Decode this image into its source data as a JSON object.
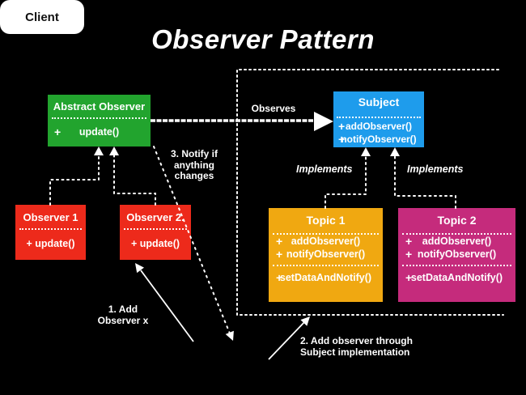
{
  "title": "Observer Pattern",
  "sym": {
    "plus": "+"
  },
  "boxes": {
    "abstract_observer": {
      "title": "Abstract Observer",
      "method": "update()"
    },
    "subject": {
      "title": "Subject",
      "method1": "addObserver()",
      "method2": "notifyObserver()"
    },
    "observer1": {
      "title": "Observer 1",
      "method": "+ update()"
    },
    "observer2": {
      "title": "Observer 2.",
      "method": "+ update()"
    },
    "topic1": {
      "title": "Topic 1",
      "method1": "addObserver()",
      "method2": "notifyObserver()",
      "method3": "setDataAndNotify()"
    },
    "topic2": {
      "title": "Topic 2",
      "method1": "addObserver()",
      "method2": "notifyObserver()",
      "method3": "setDataAndNotify()"
    },
    "client": {
      "title": "Client"
    }
  },
  "labels": {
    "observes": "Observes",
    "implements_left": "Implements",
    "implements_right": "Implements",
    "notify_line1": "3. Notify if",
    "notify_line2": "anything",
    "notify_line3": "changes",
    "step1_line1": "1. Add",
    "step1_line2": "Observer x",
    "step2_line1": "2. Add observer through",
    "step2_line2": "Subject implementation"
  },
  "colors": {
    "background": "#000000",
    "abstract_observer_green": "#22A42E",
    "subject_blue": "#1E9CEC",
    "observer_red": "#ED2A1B",
    "topic1_orange": "#F0A811",
    "topic2_magenta": "#C52B7C",
    "client_white": "#FFFFFF",
    "line_white": "#FFFFFF"
  }
}
